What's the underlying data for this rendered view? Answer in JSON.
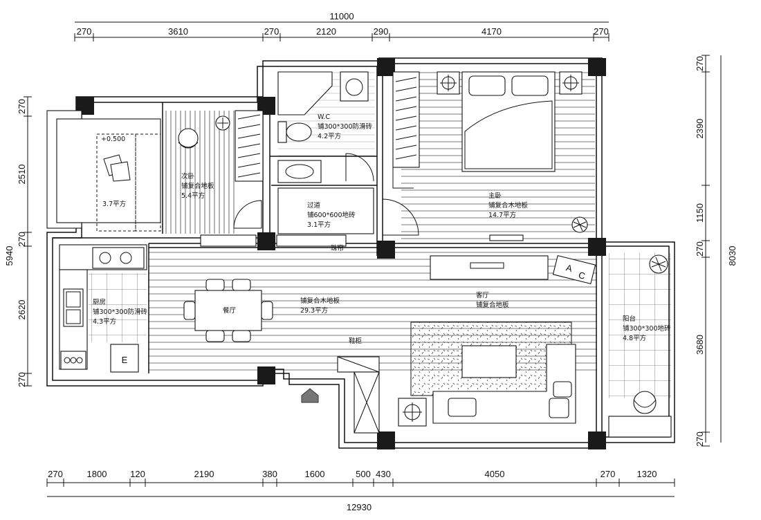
{
  "dimensions": {
    "top_total": "11000",
    "top": [
      "270",
      "3610",
      "270",
      "2120",
      "290",
      "4170",
      "270"
    ],
    "bottom_total": "12930",
    "bottom": [
      "270",
      "1800",
      "120",
      "2190",
      "380",
      "1600",
      "500",
      "430",
      "4050",
      "270",
      "1320"
    ],
    "left_total": "5940",
    "left": [
      "270",
      "2510",
      "270",
      "2620",
      "270"
    ],
    "right_total": "8030",
    "right": [
      "270",
      "2390",
      "1150",
      "270",
      "3680",
      "270"
    ]
  },
  "rooms": {
    "second_bedroom": {
      "name": "次卧",
      "floor": "铺复合地板",
      "area": "5.4平方"
    },
    "second_bedroom_bay": {
      "elevation": "+0.500",
      "area": "3.7平方"
    },
    "wc": {
      "name": "W.C",
      "floor": "铺300*300防滑砖",
      "area": "4.2平方"
    },
    "corridor": {
      "name": "过道",
      "floor": "铺600*600地砖",
      "area": "3.1平方",
      "note": "珠帘"
    },
    "master_bedroom": {
      "name": "主卧",
      "floor": "铺复合木地板",
      "area": "14.7平方"
    },
    "kitchen": {
      "name": "厨房",
      "floor": "铺300*300防滑砖",
      "area": "4.3平方"
    },
    "dining": {
      "name": "餐厅",
      "floor": "铺复合木地板",
      "area": "29.3平方"
    },
    "living": {
      "name": "客厅",
      "floor": "铺复合地板"
    },
    "shoe_cabinet": {
      "name": "鞋柜"
    },
    "balcony": {
      "name": "阳台",
      "floor": "铺300*300地砖",
      "area": "4.8平方"
    },
    "ac_tag": {
      "a": "A",
      "c": "C"
    },
    "fridge_tag": "E"
  }
}
